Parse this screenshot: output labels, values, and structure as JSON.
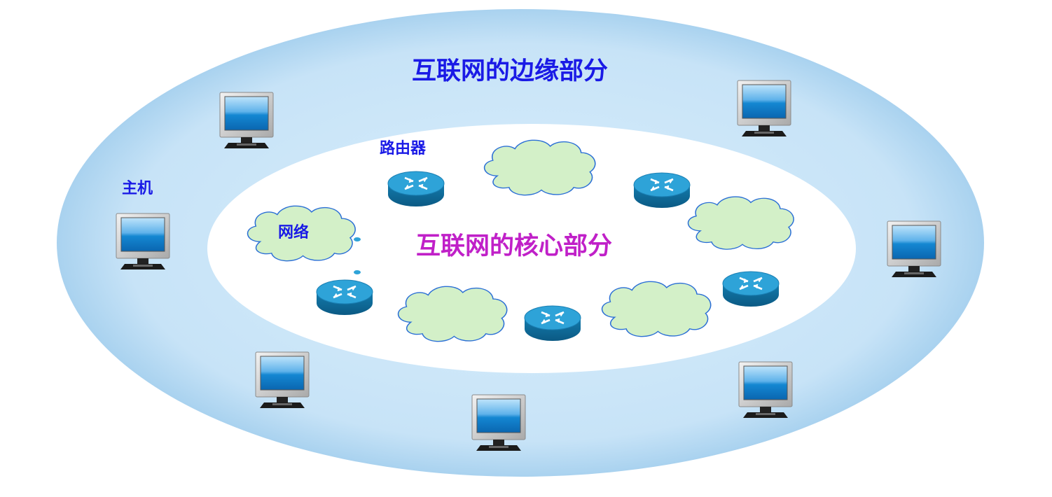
{
  "diagram": {
    "edge_title": "互联网的边缘部分",
    "core_title": "互联网的核心部分",
    "labels": {
      "host": "主机",
      "router": "路由器",
      "network": "网络"
    },
    "colors": {
      "edge_fill": "#c9e4f8",
      "core_fill": "#ffffff",
      "edge_title": "#1a1ae6",
      "core_title": "#c020c8",
      "label_text": "#1a1ae6",
      "cloud_fill": "#d3f0c8",
      "cloud_stroke": "#2b6fd6",
      "router_top": "#2ea3d8",
      "router_side": "#0f6b9a",
      "monitor_frame": "#c8c8c8",
      "monitor_screen": "#1f8fd6"
    },
    "icons": {
      "host": "monitor-icon",
      "router": "router-icon",
      "network": "cloud-icon"
    }
  }
}
